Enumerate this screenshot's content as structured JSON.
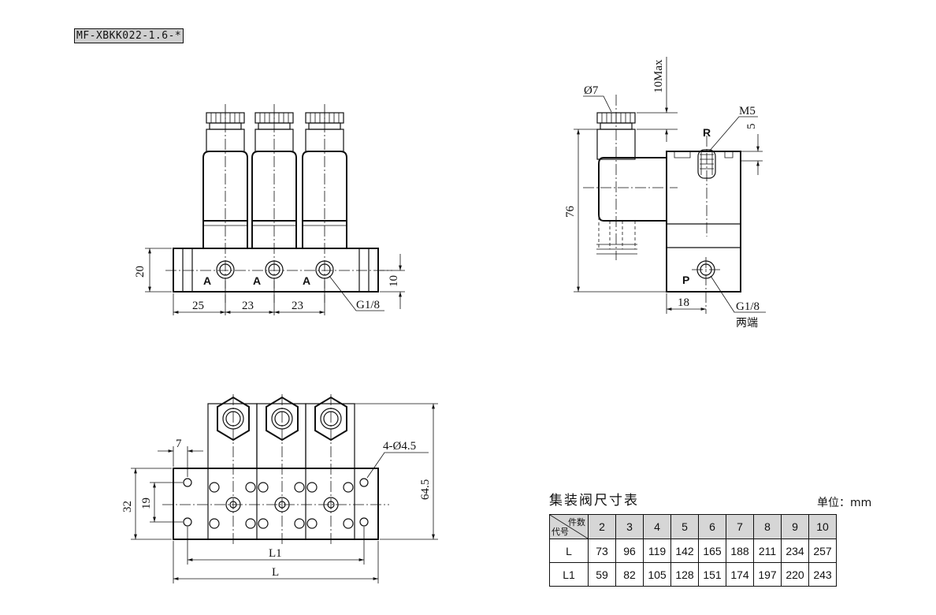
{
  "model_code": "MF-XBKK022-1.6-*",
  "front_view": {
    "port_labels": [
      "A",
      "A",
      "A"
    ],
    "dim_height": "20",
    "dim_port_height": "10",
    "dim_spacings": [
      "25",
      "23",
      "23"
    ],
    "thread": "G1/8"
  },
  "side_view": {
    "dim_max": "10Max",
    "dim_diameter": "Ø7",
    "dim_thread_m": "M5",
    "dim_5": "5",
    "dim_76": "76",
    "port_r": "R",
    "port_p": "P",
    "dim_18": "18",
    "thread": "G1/8",
    "thread_note": "两端"
  },
  "top_view": {
    "dim_7": "7",
    "dim_holes": "4-Ø4.5",
    "dim_32": "32",
    "dim_19": "19",
    "dim_64_5": "64.5",
    "label_l1": "L1",
    "label_l": "L"
  },
  "size_table": {
    "title": "集装阀尺寸表",
    "unit": "单位：mm",
    "corner_top": "件数",
    "corner_bottom": "代号",
    "columns": [
      "2",
      "3",
      "4",
      "5",
      "6",
      "7",
      "8",
      "9",
      "10"
    ],
    "rows": [
      {
        "label": "L",
        "values": [
          "73",
          "96",
          "119",
          "142",
          "165",
          "188",
          "211",
          "234",
          "257"
        ]
      },
      {
        "label": "L1",
        "values": [
          "59",
          "82",
          "105",
          "128",
          "151",
          "174",
          "197",
          "220",
          "243"
        ]
      }
    ]
  }
}
